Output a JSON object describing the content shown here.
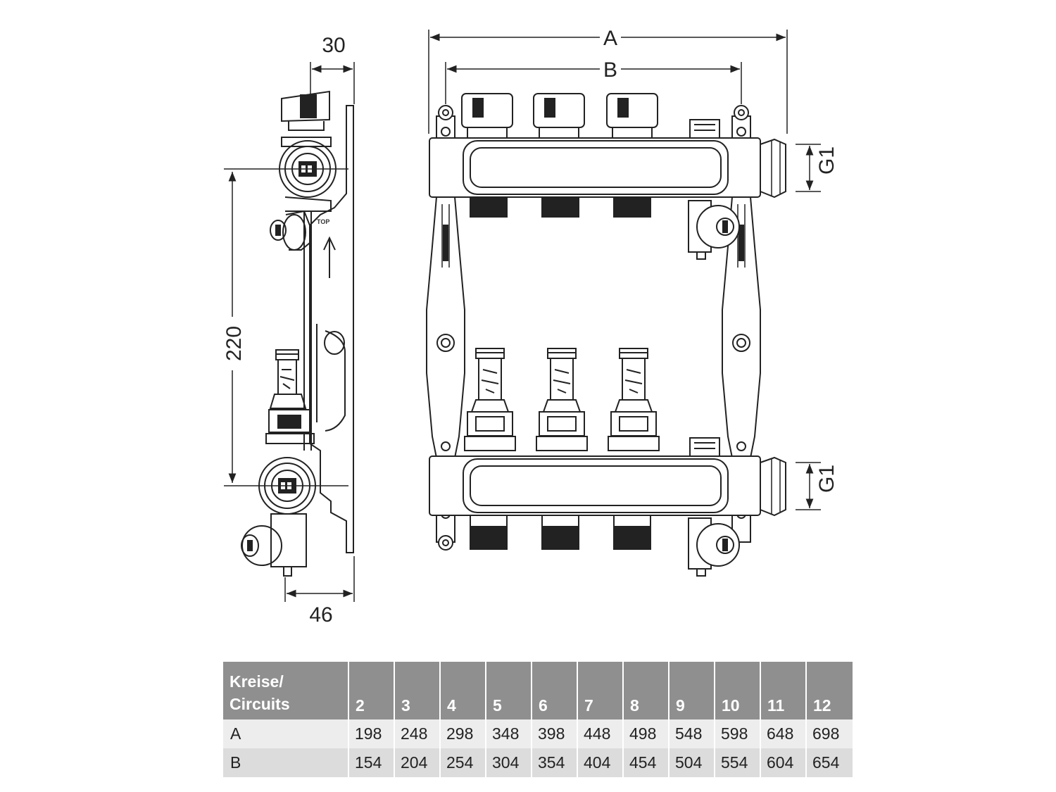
{
  "dimensions": {
    "width_30": "30",
    "height_220": "220",
    "depth_46": "46",
    "overall_A": "A",
    "centers_B": "B",
    "thread_top": "G1",
    "thread_bottom": "G1",
    "top_label": "TOP"
  },
  "table": {
    "header_label_line1": "Kreise/",
    "header_label_line2": "Circuits",
    "circuits": [
      "2",
      "3",
      "4",
      "5",
      "6",
      "7",
      "8",
      "9",
      "10",
      "11",
      "12"
    ],
    "rows": [
      {
        "label": "A",
        "values": [
          "198",
          "248",
          "298",
          "348",
          "398",
          "448",
          "498",
          "548",
          "598",
          "648",
          "698"
        ]
      },
      {
        "label": "B",
        "values": [
          "154",
          "204",
          "254",
          "304",
          "354",
          "404",
          "454",
          "504",
          "554",
          "604",
          "654"
        ]
      }
    ]
  },
  "colors": {
    "line": "#222222",
    "header_bg": "#8f8f8f",
    "row_a_bg": "#ededed",
    "row_b_bg": "#dcdcdc"
  }
}
